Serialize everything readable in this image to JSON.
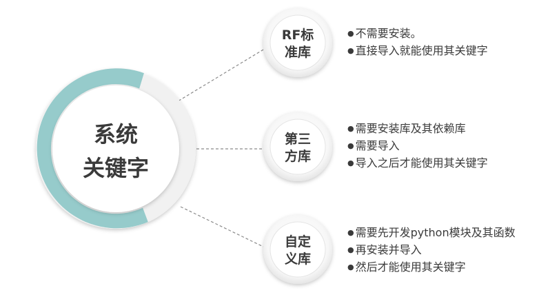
{
  "center": {
    "line1": "系统",
    "line2": "关键字"
  },
  "nodes": [
    {
      "line1": "RF标",
      "line2": "准库",
      "bullets": [
        "不需要安装。",
        "直接导入就能使用其关键字"
      ]
    },
    {
      "line1": "第三",
      "line2": "方库",
      "bullets": [
        "需要安装库及其依赖库",
        "需要导入",
        "导入之后才能使用其关键字"
      ]
    },
    {
      "line1": "自定",
      "line2": "义库",
      "bullets": [
        "需要先开发python模块及其函数",
        "再安装并导入",
        "然后才能使用其关键字"
      ]
    }
  ],
  "colors": {
    "accent_ring": "#96cbcb",
    "text_dark": "#3a3a3a",
    "connector": "#8a8a8a"
  }
}
